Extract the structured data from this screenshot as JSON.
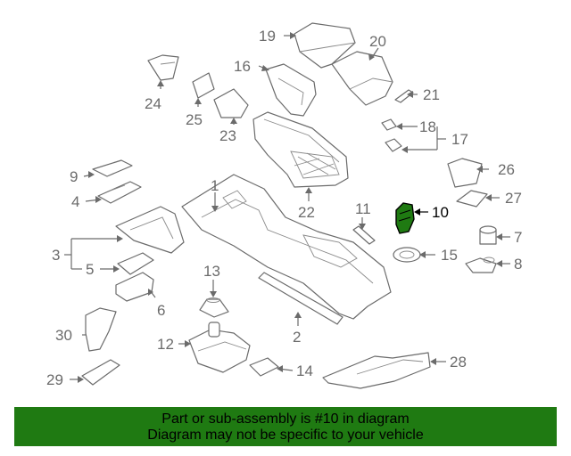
{
  "callouts": [
    {
      "id": "1",
      "label": "1"
    },
    {
      "id": "2",
      "label": "2"
    },
    {
      "id": "3",
      "label": "3"
    },
    {
      "id": "4",
      "label": "4"
    },
    {
      "id": "5",
      "label": "5"
    },
    {
      "id": "6",
      "label": "6"
    },
    {
      "id": "7",
      "label": "7"
    },
    {
      "id": "8",
      "label": "8"
    },
    {
      "id": "9",
      "label": "9"
    },
    {
      "id": "10",
      "label": "10"
    },
    {
      "id": "11",
      "label": "11"
    },
    {
      "id": "12",
      "label": "12"
    },
    {
      "id": "13",
      "label": "13"
    },
    {
      "id": "14",
      "label": "14"
    },
    {
      "id": "15",
      "label": "15"
    },
    {
      "id": "16",
      "label": "16"
    },
    {
      "id": "17",
      "label": "17"
    },
    {
      "id": "18",
      "label": "18"
    },
    {
      "id": "19",
      "label": "19"
    },
    {
      "id": "20",
      "label": "20"
    },
    {
      "id": "21",
      "label": "21"
    },
    {
      "id": "22",
      "label": "22"
    },
    {
      "id": "23",
      "label": "23"
    },
    {
      "id": "24",
      "label": "24"
    },
    {
      "id": "25",
      "label": "25"
    },
    {
      "id": "26",
      "label": "26"
    },
    {
      "id": "27",
      "label": "27"
    },
    {
      "id": "28",
      "label": "28"
    },
    {
      "id": "29",
      "label": "29"
    },
    {
      "id": "30",
      "label": "30"
    }
  ],
  "highlighted_part": "10",
  "colors": {
    "footer_bg": "#1f7a12",
    "highlight_fill": "#1f7a12",
    "line": "#6b6b6b"
  },
  "footer": {
    "line1": "Part or sub-assembly is #10 in diagram",
    "line2": "Diagram may not be specific to your vehicle"
  }
}
